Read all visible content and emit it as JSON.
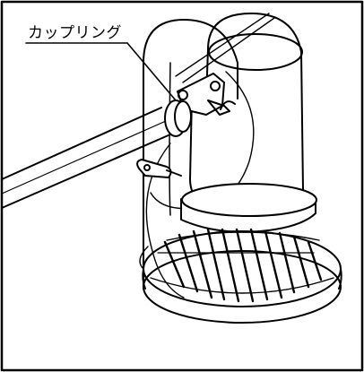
{
  "callout": {
    "label": "カップリング"
  },
  "colors": {
    "line": "#000000",
    "background": "#ffffff"
  },
  "parts": [
    "coupling",
    "shaft",
    "spindle-housing",
    "bracket",
    "strap",
    "clip",
    "rotor-disc"
  ]
}
